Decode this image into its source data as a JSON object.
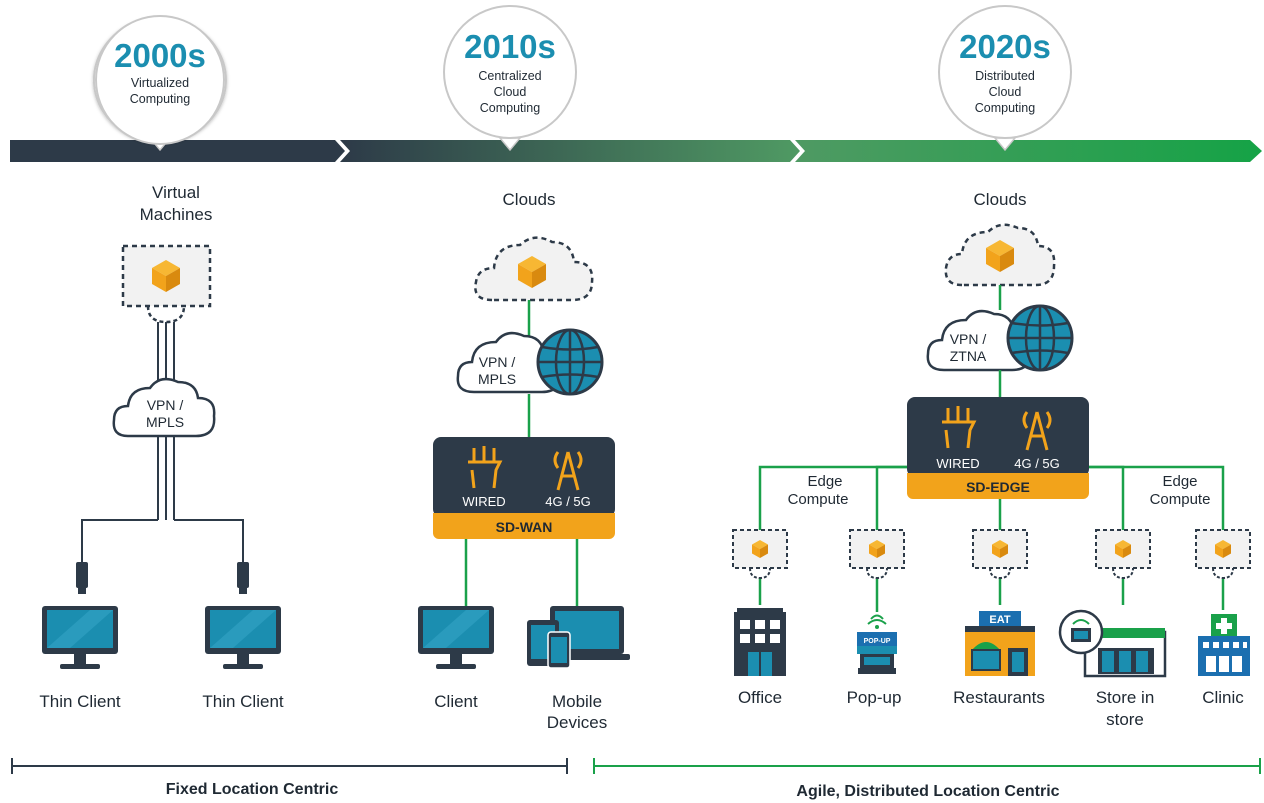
{
  "eras": [
    {
      "year": "2000s",
      "line1": "Virtualized",
      "line2": "Computing",
      "line3": ""
    },
    {
      "year": "2010s",
      "line1": "Centralized",
      "line2": "Cloud",
      "line3": "Computing"
    },
    {
      "year": "2020s",
      "line1": "Distributed",
      "line2": "Cloud",
      "line3": "Computing"
    }
  ],
  "col1": {
    "top_label_1": "Virtual",
    "top_label_2": "Machines",
    "cloud_1": "VPN /",
    "cloud_2": "MPLS",
    "client_a": "Thin Client",
    "client_b": "Thin Client"
  },
  "col2": {
    "top_label": "Clouds",
    "cloud_1": "VPN /",
    "cloud_2": "MPLS",
    "wired": "WIRED",
    "cellular": "4G / 5G",
    "band": "SD-WAN",
    "client": "Client",
    "mobile_1": "Mobile",
    "mobile_2": "Devices"
  },
  "col3": {
    "top_label": "Clouds",
    "cloud_1": "VPN /",
    "cloud_2": "ZTNA",
    "wired": "WIRED",
    "cellular": "4G / 5G",
    "band": "SD-EDGE",
    "edge_left_1": "Edge",
    "edge_left_2": "Compute",
    "edge_right_1": "Edge",
    "edge_right_2": "Compute",
    "sites": [
      "Office",
      "Pop-up",
      "Restaurants",
      "Store in",
      "Clinic"
    ],
    "site_store_2": "store",
    "eat_sign": "EAT",
    "popup_sign": "POP-UP"
  },
  "footer": {
    "left": "Fixed Location Centric",
    "right": "Agile, Distributed Location Centric"
  },
  "colors": {
    "dark": "#2d3a48",
    "green": "#1aa14a",
    "accent": "#f2a31b",
    "teal": "#1b8eb0"
  }
}
